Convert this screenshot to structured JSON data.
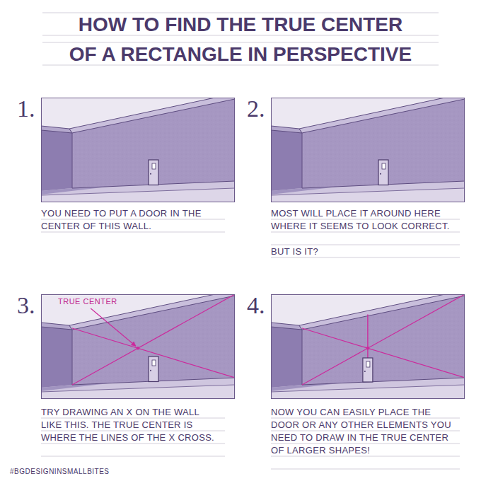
{
  "diagram": {
    "title": "HOW TO FIND THE TRUE CENTER OF A RECTANGLE IN PERSPECTIVE",
    "labels": [
      "1.",
      "YOU NEED TO PUT A DOOR IN THE CENTER OF THIS WALL.",
      "2.",
      "MOST WILL PLACE IT AROUND HERE WHERE IT SEEMS TO LOOK CORRECT.",
      "BUT IS IT?",
      "3.",
      "TRUE CENTER",
      "TRY DRAWING AN X ON THE WALL LIKE THIS. THE TRUE CENTER IS WHERE THE LINES OF THE X CROSS.",
      "4.",
      "NOW YOU CAN EASILY PLACE THE DOOR OR ANY OTHER ELEMENTS YOU NEED TO DRAW IN THE TRUE CENTER OF LARGER SHAPES!",
      "#BGDESIGNINSMALLBITES"
    ]
  }
}
